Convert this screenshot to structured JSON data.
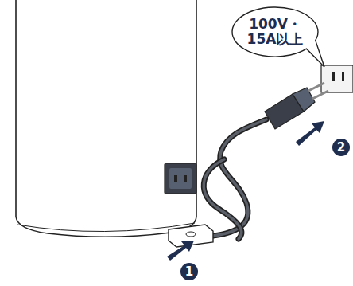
{
  "diagram": {
    "nodes": [
      {
        "text": [
          "100V・15A以上"
        ]
      }
    ],
    "labels": [
      "1",
      "2"
    ]
  }
}
